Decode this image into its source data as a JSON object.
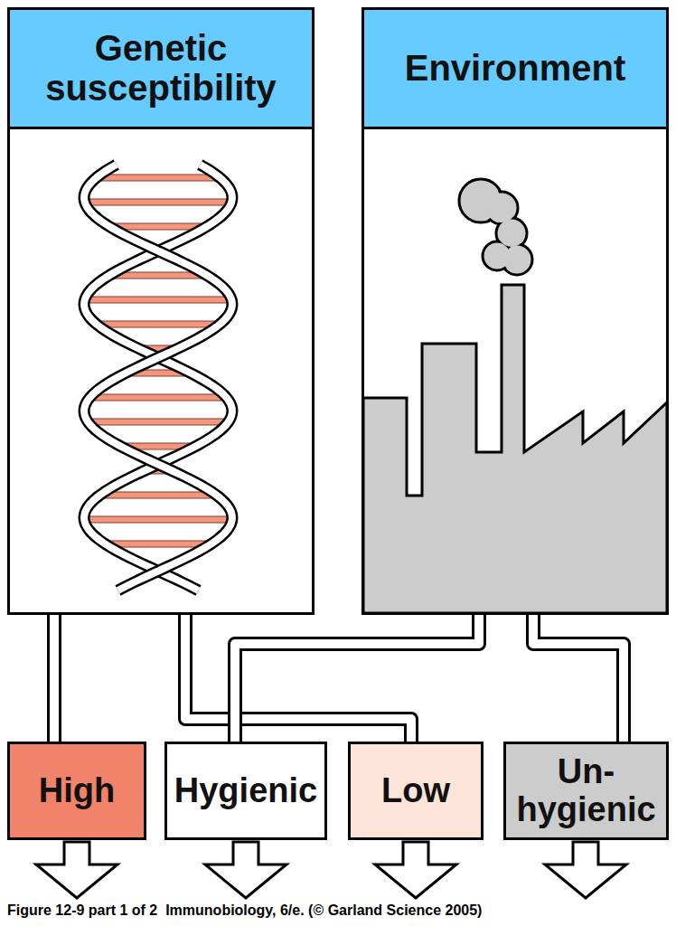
{
  "diagram": {
    "caption": "Figure 12-9 part 1 of 2  Immunobiology, 6/e. (© Garland Science 2005)",
    "nodes": [
      {
        "text": [
          "Genetic susceptibility"
        ]
      },
      {
        "text": [
          "Environment"
        ]
      },
      {
        "text": [
          "High"
        ]
      },
      {
        "text": [
          "Hygienic"
        ]
      },
      {
        "text": [
          "Low"
        ]
      },
      {
        "text": [
          "Un- hygienic"
        ]
      }
    ],
    "edges": [
      {
        "from": 0,
        "to": 2,
        "arrow": "none"
      },
      {
        "from": 0,
        "to": 4,
        "arrow": "none"
      },
      {
        "from": 1,
        "to": 3,
        "arrow": "none"
      },
      {
        "from": 1,
        "to": 5,
        "arrow": "none"
      }
    ]
  }
}
